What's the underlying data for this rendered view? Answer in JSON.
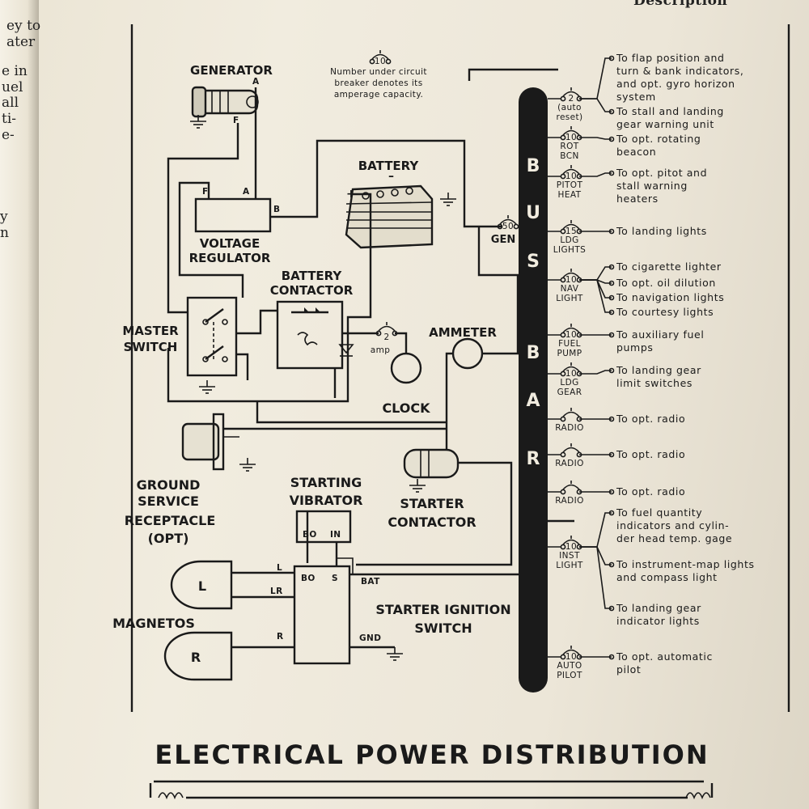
{
  "page": {
    "header": "Description",
    "left_page_fragments": [
      "ey to",
      "ater",
      "e in",
      "uel",
      "all",
      "ti-",
      "e-",
      "y",
      "n"
    ]
  },
  "diagram": {
    "title": "ELECTRICAL POWER DISTRIBUTION",
    "note": [
      "Number under circuit",
      "breaker denotes its",
      "amperage capacity."
    ],
    "note_amp": "10",
    "components": {
      "generator": "GENERATOR",
      "generator_terminals": [
        "A",
        "F"
      ],
      "voltage_regulator": [
        "VOLTAGE",
        "REGULATOR"
      ],
      "regulator_terminals": [
        "F",
        "A",
        "B"
      ],
      "battery": "BATTERY",
      "battery_polarity": [
        "+",
        "–"
      ],
      "battery_contactor": [
        "BATTERY",
        "CONTACTOR"
      ],
      "master_switch": [
        "MASTER",
        "SWITCH"
      ],
      "clock": "CLOCK",
      "clock_breaker": [
        "2",
        "amp"
      ],
      "ammeter": "AMMETER",
      "ground_service": [
        "GROUND",
        "SERVICE",
        "RECEPTACLE",
        "(OPT)"
      ],
      "starting_vibrator": [
        "STARTING",
        "VIBRATOR"
      ],
      "vibrator_terminals": [
        "BO",
        "IN"
      ],
      "starter_contactor": [
        "STARTER",
        "CONTACTOR"
      ],
      "magnetos": "MAGNETOS",
      "magneto_left": "L",
      "magneto_right": "R",
      "ignition_switch": [
        "STARTER IGNITION",
        "SWITCH"
      ],
      "ignition_terminals": [
        "L",
        "LR",
        "R",
        "BO",
        "S",
        "BAT",
        "GND"
      ],
      "bus_bar_letters": [
        "B",
        "U",
        "S",
        "B",
        "A",
        "R"
      ],
      "gen_breaker": [
        "50",
        "GEN"
      ]
    },
    "breakers": [
      {
        "amp": "2",
        "name": [
          "(auto",
          "reset)"
        ],
        "targets": [
          [
            "To flap position and",
            "turn & bank indicators,",
            "and opt. gyro horizon",
            "system"
          ],
          [
            "To stall and landing",
            "gear warning unit"
          ]
        ]
      },
      {
        "amp": "10",
        "name": [
          "ROT",
          "BCN"
        ],
        "targets": [
          [
            "To opt. rotating",
            "beacon"
          ]
        ]
      },
      {
        "amp": "10",
        "name": [
          "PITOT",
          "HEAT"
        ],
        "targets": [
          [
            "To opt. pitot and",
            "stall warning",
            "heaters"
          ]
        ]
      },
      {
        "amp": "15",
        "name": [
          "LDG",
          "LIGHTS"
        ],
        "targets": [
          [
            "To landing lights"
          ]
        ]
      },
      {
        "amp": "10",
        "name": [
          "NAV",
          "LIGHT"
        ],
        "targets": [
          [
            "To cigarette lighter"
          ],
          [
            "To opt. oil dilution"
          ],
          [
            "To navigation lights"
          ],
          [
            "To courtesy lights"
          ]
        ]
      },
      {
        "amp": "10",
        "name": [
          "FUEL",
          "PUMP"
        ],
        "targets": [
          [
            "To auxiliary fuel",
            "pumps"
          ]
        ]
      },
      {
        "amp": "10",
        "name": [
          "LDG",
          "GEAR"
        ],
        "targets": [
          [
            "To landing gear",
            "limit switches"
          ]
        ]
      },
      {
        "amp": "",
        "name": [
          "RADIO"
        ],
        "targets": [
          [
            "To opt. radio"
          ]
        ]
      },
      {
        "amp": "",
        "name": [
          "RADIO"
        ],
        "targets": [
          [
            "To opt. radio"
          ]
        ]
      },
      {
        "amp": "",
        "name": [
          "RADIO"
        ],
        "targets": [
          [
            "To opt. radio"
          ]
        ]
      },
      {
        "amp": "10",
        "name": [
          "INST",
          "LIGHT"
        ],
        "targets": [
          [
            "To fuel quantity",
            "indicators and cylin-",
            "der head temp. gage"
          ],
          [
            "To instrument-map lights",
            "and compass light"
          ],
          [
            "To landing gear",
            "indicator lights"
          ]
        ]
      },
      {
        "amp": "10",
        "name": [
          "AUTO",
          "PILOT"
        ],
        "targets": [
          [
            "To opt. automatic",
            "pilot"
          ]
        ]
      }
    ]
  }
}
